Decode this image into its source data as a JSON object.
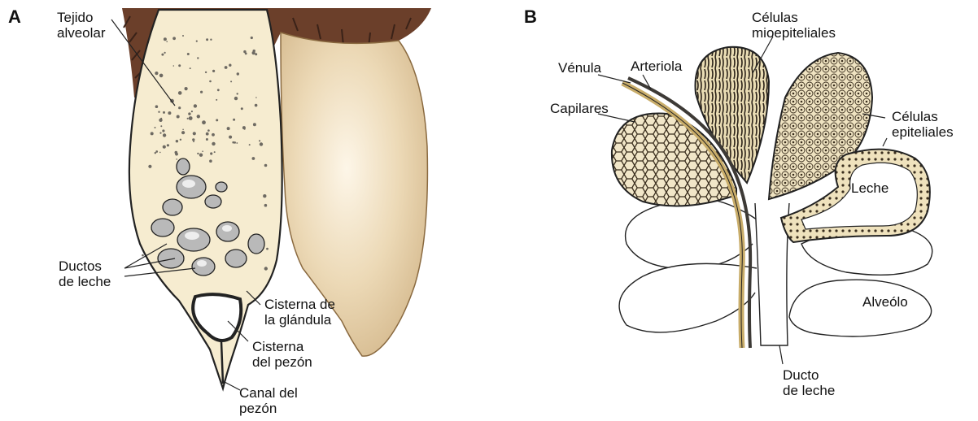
{
  "panel_a": {
    "letter": "A",
    "labels": {
      "tejido_alveolar": [
        "Tejido",
        "alveolar"
      ],
      "ductos_de_leche": [
        "Ductos",
        "de leche"
      ],
      "cisterna_glandula": [
        "Cisterna de",
        "la glándula"
      ],
      "cisterna_pezon": [
        "Cisterna",
        "del pezón"
      ],
      "canal_pezon": [
        "Canal del",
        "pezón"
      ]
    }
  },
  "panel_b": {
    "letter": "B",
    "labels": {
      "venula": "Vénula",
      "arteriola": "Arteriola",
      "capilares": "Capilares",
      "celulas_mioepiteliales": [
        "Células",
        "mioepiteliales"
      ],
      "celulas_epiteliales": [
        "Células",
        "epiteliales"
      ],
      "leche": "Leche",
      "alveolo": "Alveólo",
      "ducto_de_leche": [
        "Ducto",
        "de leche"
      ]
    }
  },
  "colors": {
    "udder_tissue": "#f6ecd0",
    "teat_skin": "#e8d4ae",
    "hair": "#6b3f2a",
    "outline": "#222222",
    "vessel": "#c9ad6a"
  }
}
